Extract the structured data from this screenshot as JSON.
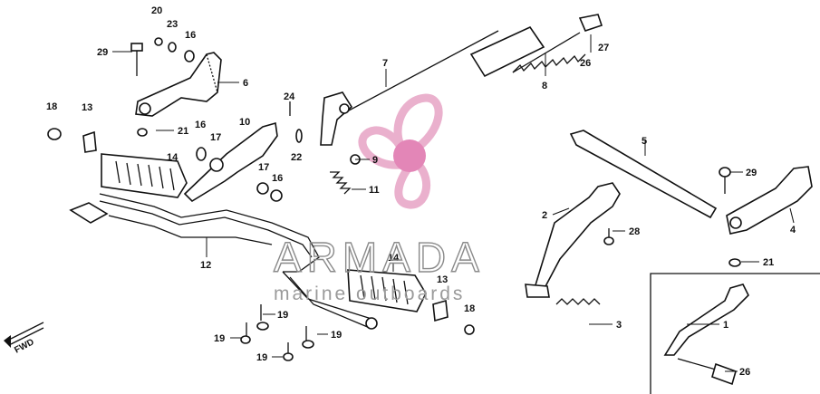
{
  "diagram": {
    "fwd_label": "FWD",
    "callouts": [
      {
        "id": "c20",
        "text": "20"
      },
      {
        "id": "c23",
        "text": "23"
      },
      {
        "id": "c16a",
        "text": "16"
      },
      {
        "id": "c29a",
        "text": "29"
      },
      {
        "id": "c6",
        "text": "6"
      },
      {
        "id": "c7",
        "text": "7"
      },
      {
        "id": "c27",
        "text": "27"
      },
      {
        "id": "c26a",
        "text": "26"
      },
      {
        "id": "c8",
        "text": "8"
      },
      {
        "id": "c18a",
        "text": "18"
      },
      {
        "id": "c13a",
        "text": "13"
      },
      {
        "id": "c21a",
        "text": "21"
      },
      {
        "id": "c16b",
        "text": "16"
      },
      {
        "id": "c10",
        "text": "10"
      },
      {
        "id": "c17a",
        "text": "17"
      },
      {
        "id": "c24",
        "text": "24"
      },
      {
        "id": "c22",
        "text": "22"
      },
      {
        "id": "c9",
        "text": "9"
      },
      {
        "id": "c14a",
        "text": "14"
      },
      {
        "id": "c17b",
        "text": "17"
      },
      {
        "id": "c16c",
        "text": "16"
      },
      {
        "id": "c11",
        "text": "11"
      },
      {
        "id": "c5",
        "text": "5"
      },
      {
        "id": "c29b",
        "text": "29"
      },
      {
        "id": "c4",
        "text": "4"
      },
      {
        "id": "c2",
        "text": "2"
      },
      {
        "id": "c28",
        "text": "28"
      },
      {
        "id": "c12",
        "text": "12"
      },
      {
        "id": "c14b",
        "text": "14"
      },
      {
        "id": "c21b",
        "text": "21"
      },
      {
        "id": "c13b",
        "text": "13"
      },
      {
        "id": "c18b",
        "text": "18"
      },
      {
        "id": "c3",
        "text": "3"
      },
      {
        "id": "c19a",
        "text": "19"
      },
      {
        "id": "c19b",
        "text": "19"
      },
      {
        "id": "c19c",
        "text": "19"
      },
      {
        "id": "c19d",
        "text": "19"
      },
      {
        "id": "c1",
        "text": "1"
      },
      {
        "id": "c26b",
        "text": "26"
      }
    ]
  },
  "watermark": {
    "brand": "ARMADA",
    "tagline": "marine outboards",
    "colors": {
      "propeller": "#e8a8c8",
      "hub": "#e07ab0",
      "text": "#8a8a8a"
    }
  }
}
